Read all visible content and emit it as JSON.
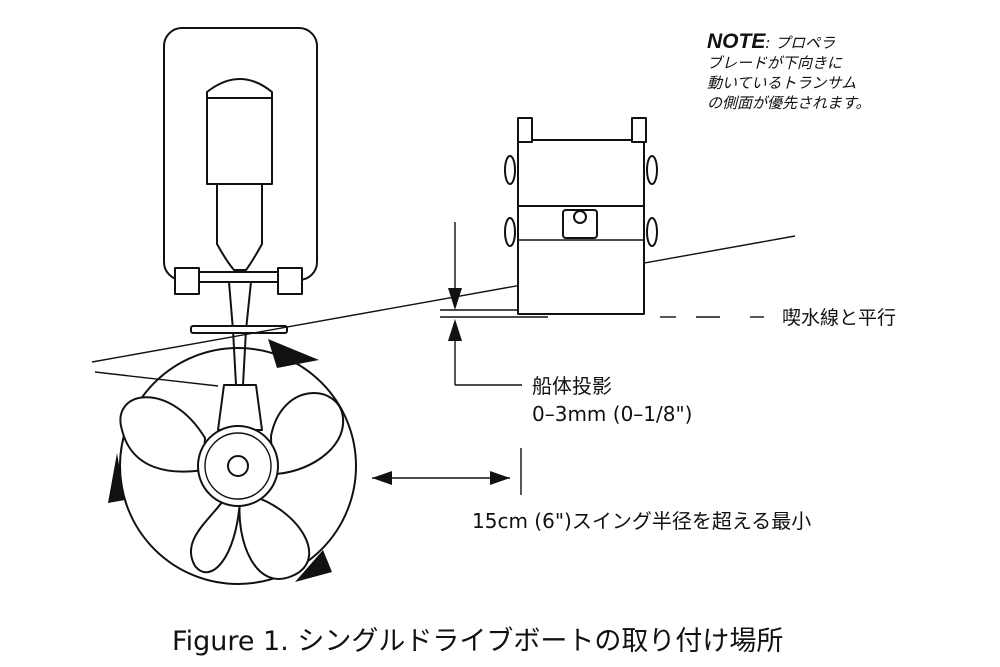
{
  "note": {
    "key": "NOTE",
    "colon_text": ": プロペラ",
    "lines": [
      "ブレードが下向きに",
      "動いているトランサム",
      "の側面が優先されます。"
    ]
  },
  "waterline_label": "喫水線と平行",
  "hull_projection": {
    "title": "船体投影",
    "range": "0–3mm (0–1/8\")"
  },
  "swing_label": "15cm (6\")スイング半径を超える最小",
  "caption": "Figure 1. シングルドライブボートの取り付け場所",
  "icons": {
    "thruster": "thruster-front-view",
    "propeller": "four-blade-propeller",
    "bracket": "transom-bracket-side-view"
  }
}
